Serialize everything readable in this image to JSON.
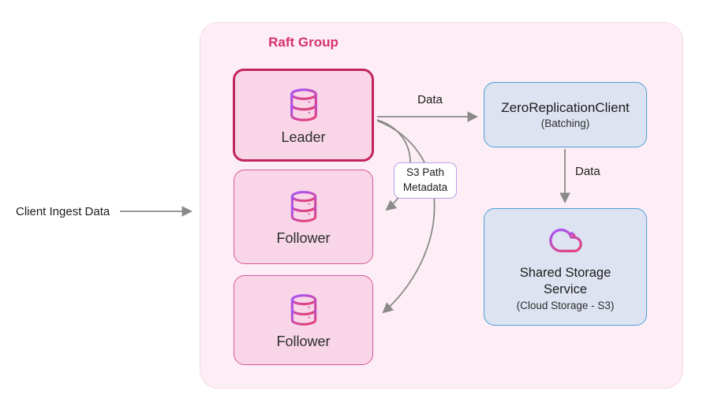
{
  "diagram": {
    "external": {
      "client_label": "Client Ingest Data"
    },
    "raft_group": {
      "title": "Raft Group",
      "nodes": [
        {
          "label": "Leader",
          "icon": "database-icon"
        },
        {
          "label": "Follower",
          "icon": "database-icon"
        },
        {
          "label": "Follower",
          "icon": "database-icon"
        }
      ]
    },
    "replication": {
      "title": "ZeroReplicationClient",
      "subtitle": "(Batching)"
    },
    "storage": {
      "title": "Shared Storage Service",
      "subtitle": "(Cloud Storage - S3)",
      "icon": "cloud-icon"
    },
    "edges": {
      "leader_to_replication_label": "Data",
      "replication_to_storage_label": "Data",
      "leader_to_followers_label": "S3 Path Metadata"
    },
    "colors": {
      "raft_container_bg": "#fdeef6",
      "pink_node_bg": "#f8d6e7",
      "leader_border": "#c2255c",
      "follower_border": "#d9569a",
      "raft_title": "#d6336c",
      "blue_node_bg": "#dee3f1",
      "blue_node_border": "#4b9fd9",
      "metadata_label_border": "#b9a0ea",
      "arrow": "#8a8a8a",
      "icon_gradient_start": "#a855f7",
      "icon_gradient_end": "#e0447e"
    }
  }
}
